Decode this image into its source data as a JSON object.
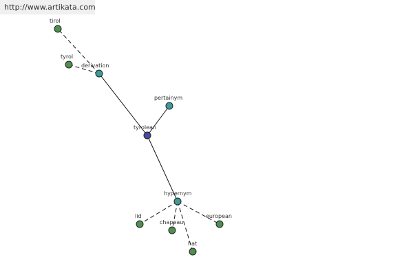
{
  "watermark": {
    "text": "http://www.artikata.com"
  },
  "colors": {
    "center": "#4a4a9c",
    "relation": "#3f9a98",
    "leaf": "#4f8f4f",
    "edge": "#111111"
  },
  "nodes": [
    {
      "id": "tyrolean",
      "label": "tyrolean",
      "kind": "center"
    },
    {
      "id": "derivation",
      "label": "derivation",
      "kind": "relation"
    },
    {
      "id": "pertainym",
      "label": "pertainym",
      "kind": "relation"
    },
    {
      "id": "hypernym",
      "label": "hypernym",
      "kind": "relation"
    },
    {
      "id": "tirol",
      "label": "tirol",
      "kind": "leaf"
    },
    {
      "id": "tyrol",
      "label": "tyrol",
      "kind": "leaf"
    },
    {
      "id": "lid",
      "label": "lid",
      "kind": "leaf"
    },
    {
      "id": "chapeau",
      "label": "chapeau",
      "kind": "leaf"
    },
    {
      "id": "hat",
      "label": "hat",
      "kind": "leaf"
    },
    {
      "id": "european",
      "label": "european",
      "kind": "leaf"
    }
  ],
  "edges": [
    {
      "from": "tyrolean",
      "to": "derivation",
      "style": "solid"
    },
    {
      "from": "tyrolean",
      "to": "pertainym",
      "style": "solid"
    },
    {
      "from": "tyrolean",
      "to": "hypernym",
      "style": "solid"
    },
    {
      "from": "derivation",
      "to": "tirol",
      "style": "dashed"
    },
    {
      "from": "derivation",
      "to": "tyrol",
      "style": "dashed"
    },
    {
      "from": "hypernym",
      "to": "lid",
      "style": "dashed"
    },
    {
      "from": "hypernym",
      "to": "chapeau",
      "style": "dashed"
    },
    {
      "from": "hypernym",
      "to": "hat",
      "style": "dashed"
    },
    {
      "from": "hypernym",
      "to": "european",
      "style": "dashed"
    }
  ]
}
